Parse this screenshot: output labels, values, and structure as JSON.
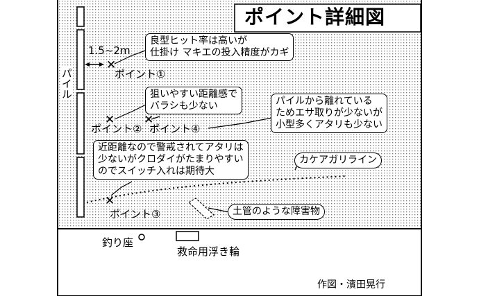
{
  "title": "ポイント詳細図",
  "pile_label": "パイル",
  "distance_label": "1.5~2m",
  "points": {
    "p1": "ポイント①",
    "p2": "ポイント②",
    "p3": "ポイント③",
    "p4": "ポイント④"
  },
  "callouts": {
    "c1": [
      "良型ヒット率は高いが",
      "仕掛け マキエの投入精度がカギ"
    ],
    "c2": [
      "狙いやすい距離感で",
      "バラシも少ない"
    ],
    "c3": [
      "パイルから離れている",
      "ためエサ取りが少ないが",
      "小型多くアタリも少ない"
    ],
    "c4": [
      "近距離なので警戒されてアタリは",
      "少ないがクロダイがたまりやすい",
      "のでスイッチ入れは期待大"
    ],
    "kakeagari": "カケアガリライン",
    "dokan": "土管のような障害物"
  },
  "shore": {
    "seat": "釣り座",
    "lifebuoy": "救命用浮き輪",
    "credit": "作図・濱田晃行"
  },
  "colors": {
    "ink": "#000000",
    "paper": "#ffffff",
    "water_dot": "#7a7a7a"
  }
}
